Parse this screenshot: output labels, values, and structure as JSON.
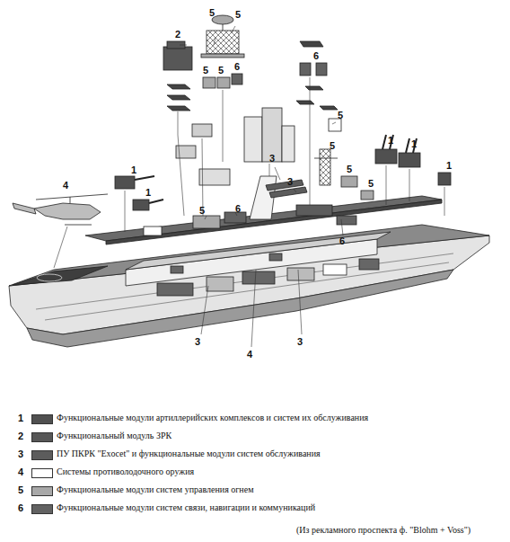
{
  "diagram": {
    "caption": "(Из рекламного проспекта ф. \"Blohm + Voss\")",
    "labels": [
      "5",
      "5",
      "2",
      "5",
      "5",
      "6",
      "6",
      "5",
      "4",
      "1",
      "1",
      "1",
      "1",
      "1",
      "5",
      "5",
      "5",
      "3",
      "3",
      "5",
      "6",
      "6",
      "3",
      "4",
      "3",
      "1",
      "2",
      "3",
      "4",
      "5",
      "6"
    ],
    "legend": [
      {
        "text": "Функциональные модули артиллерийских комплексов и систем их обслуживания",
        "color": "#505050"
      },
      {
        "text": "Функциональный модуль ЗРК",
        "color": "#575757"
      },
      {
        "text": "ПУ ПКРК \"Exocet\" и функциональные модули систем обслуживания",
        "color": "#5c5c5c"
      },
      {
        "text": "Системы противолодочного оружия",
        "color": "#ffffff"
      },
      {
        "text": "Функциональные модули систем управления огнем",
        "color": "#a8a8a8"
      },
      {
        "text": "Функциональные модули систем связи, навигации и коммуникаций",
        "color": "#626262"
      }
    ]
  }
}
